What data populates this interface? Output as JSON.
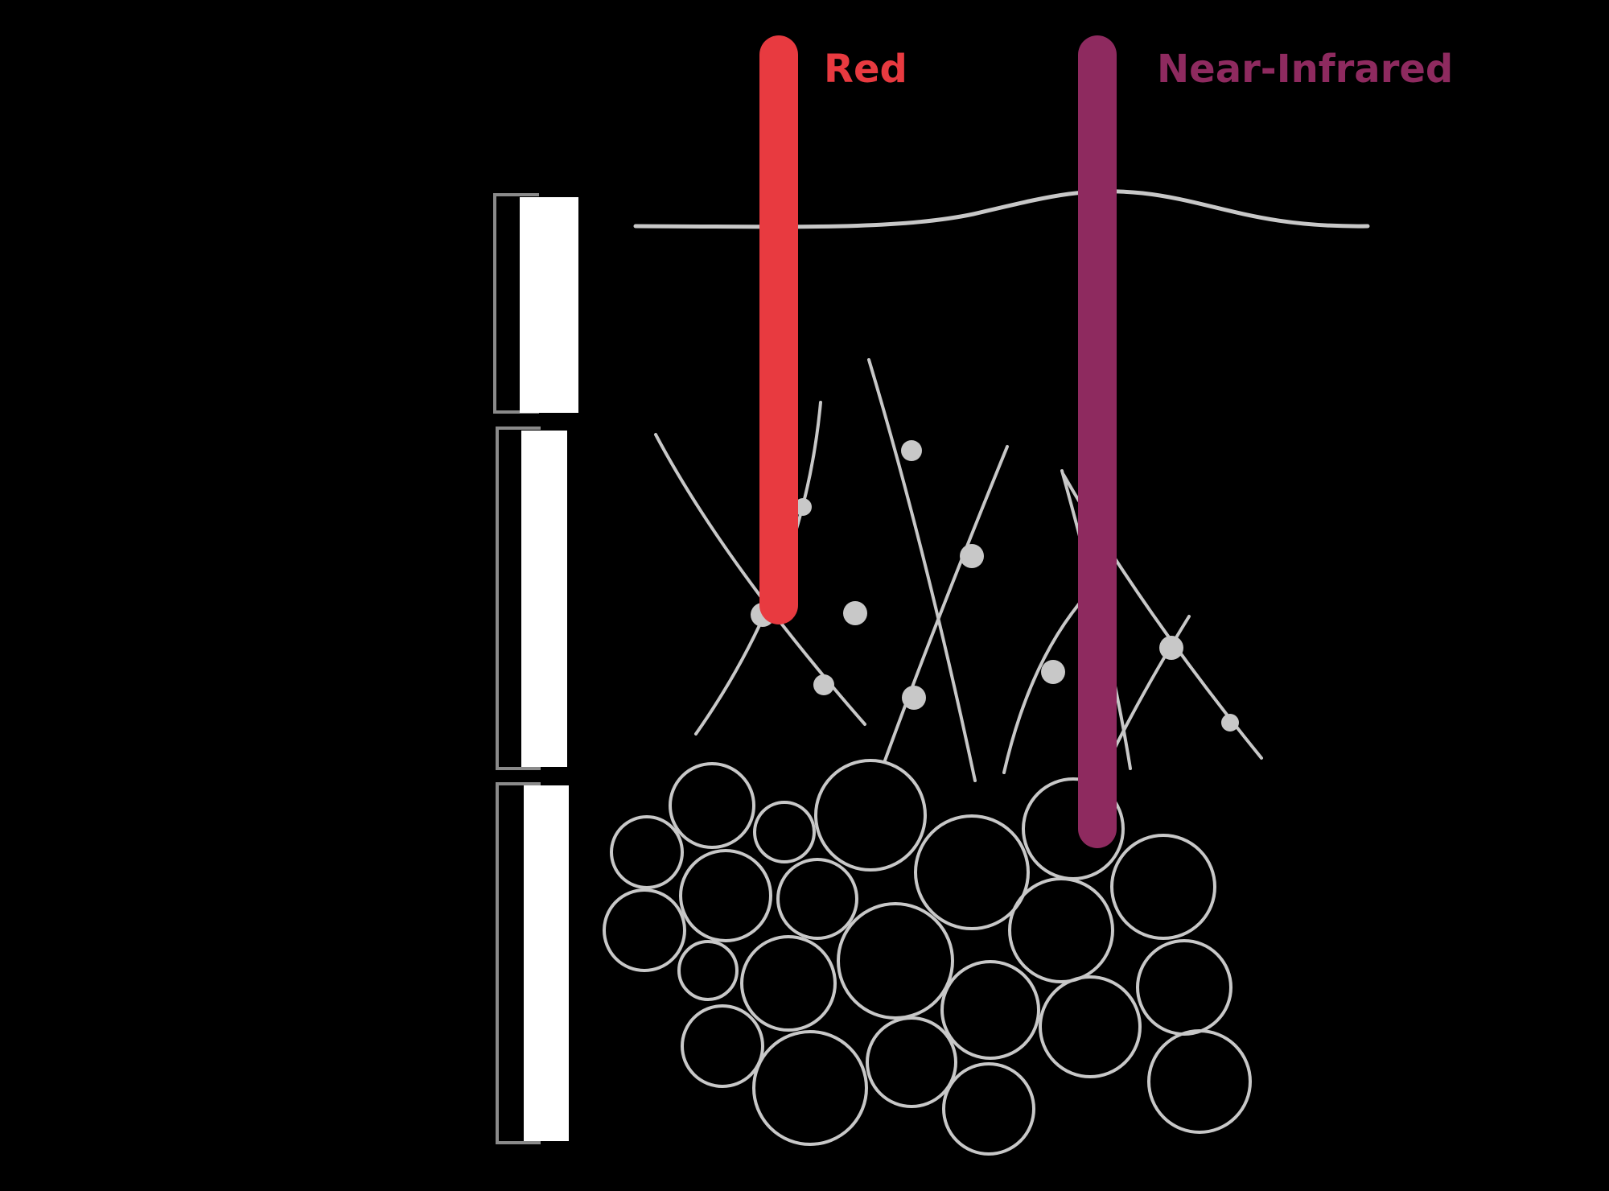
{
  "labels": {
    "red": "Red",
    "nir": "Near-Infrared"
  },
  "colors": {
    "background": "#000000",
    "red_light": "#E83A40",
    "nir_light": "#8E2A5F",
    "tissue_line": "#C8C8C8",
    "layer_bar": "#FFFFFF",
    "layer_outline": "#8A8A8A"
  },
  "icons": [
    "light-beam",
    "skin-surface-line",
    "fiber-network",
    "fat-cell-cluster"
  ]
}
